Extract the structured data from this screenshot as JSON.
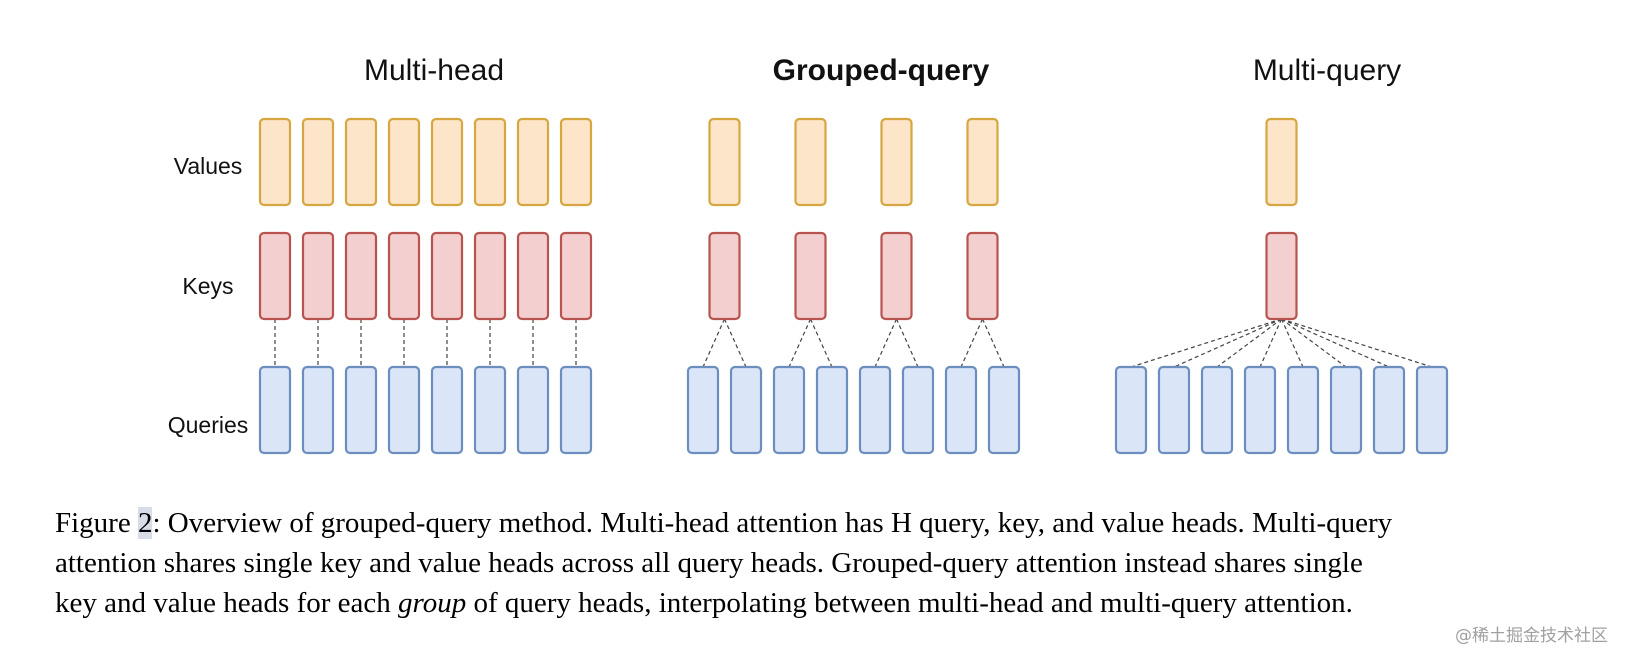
{
  "colors": {
    "values_fill": "#fde5c9",
    "values_stroke": "#d6a640",
    "keys_fill": "#f3cfcf",
    "keys_stroke": "#b85450",
    "queries_fill": "#dae6f8",
    "queries_stroke": "#6c8ebf",
    "connector": "#444444"
  },
  "diagram": {
    "row_labels": {
      "values": "Values",
      "keys": "Keys",
      "queries": "Queries"
    },
    "panels": [
      {
        "id": "multi-head",
        "title": "Multi-head",
        "bold": false,
        "num_kv_heads": 8,
        "num_query_heads": 8
      },
      {
        "id": "grouped-query",
        "title": "Grouped-query",
        "bold": true,
        "num_kv_heads": 4,
        "num_query_heads": 8
      },
      {
        "id": "multi-query",
        "title": "Multi-query",
        "bold": false,
        "num_kv_heads": 1,
        "num_query_heads": 8
      }
    ]
  },
  "caption": {
    "fig_label": "Figure ",
    "fig_num": "2",
    "line1_rest": ": Overview of grouped-query method. Multi-head attention has H query, key, and value heads. Multi-query",
    "line2": "attention shares single key and value heads across all query heads. Grouped-query attention instead shares single",
    "line3_before": "key and value heads for each ",
    "line3_italic": "group",
    "line3_after": " of query heads, interpolating between multi-head and multi-query attention."
  },
  "watermark": "@稀土掘金技术社区"
}
